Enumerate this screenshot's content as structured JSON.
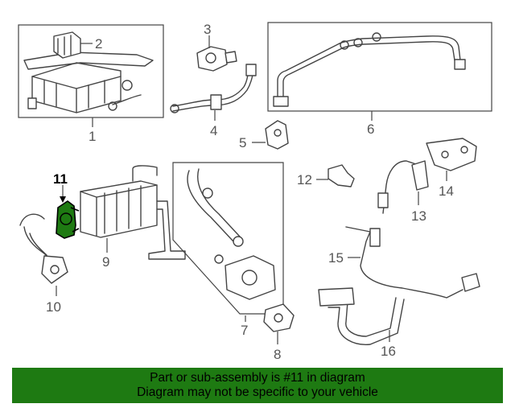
{
  "diagram": {
    "callouts": {
      "c1": "1",
      "c2": "2",
      "c3": "3",
      "c4": "4",
      "c5": "5",
      "c6": "6",
      "c7": "7",
      "c8": "8",
      "c9": "9",
      "c10": "10",
      "c11": "11",
      "c12": "12",
      "c13": "13",
      "c14": "14",
      "c15": "15",
      "c16": "16"
    },
    "highlight_color": "#1e7a12"
  },
  "footer": {
    "line1": "Part or sub-assembly is #11 in diagram",
    "line2": "Diagram may not be specific to your vehicle",
    "background": "#1e7a12"
  }
}
